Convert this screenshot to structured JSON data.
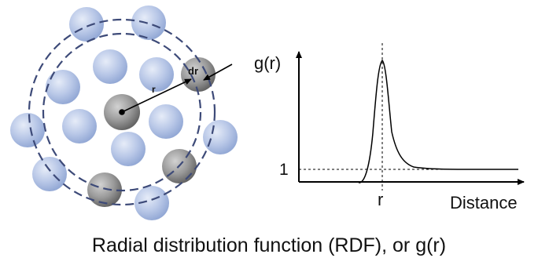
{
  "diagram": {
    "particle_label_r": "r",
    "particle_label_dr": "dr",
    "graph_ylabel": "g(r)",
    "graph_xlabel": "Distance",
    "graph_tick_one": "1",
    "graph_tick_r": "r",
    "colors": {
      "particle_blue": "#b5c5e6",
      "particle_gray": "#8c8c8c",
      "shell_dash": "#3d4a78",
      "line": "#000000"
    }
  },
  "caption": "Radial distribution function (RDF), or g(r)"
}
